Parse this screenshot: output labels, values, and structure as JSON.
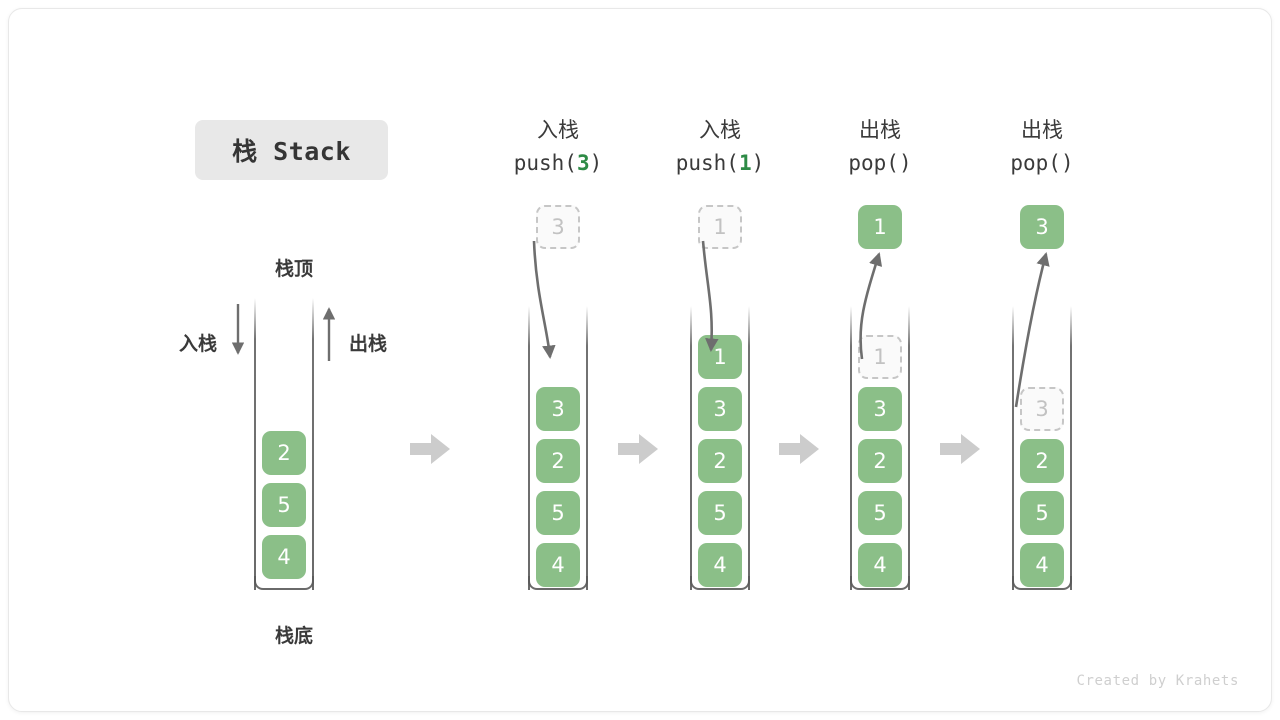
{
  "title_badge": {
    "label": "栈 Stack"
  },
  "footer": {
    "credit": "Created by Krahets"
  },
  "left_panel": {
    "top_label": "栈顶",
    "bottom_label": "栈底",
    "push_label": "入栈",
    "pop_label": "出栈",
    "items": [
      "2",
      "5",
      "4"
    ]
  },
  "colors": {
    "item_green": "#8bbf88",
    "item_text": "#ffffff",
    "ghost_fill": "#fafafa",
    "ghost_border": "#c6c6c6",
    "ghost_text": "#c2c2c2",
    "wall": "#5a5a5a",
    "arrow": "#6e6e6e",
    "chevron": "#cccccc",
    "badge_bg": "#e8e8e8",
    "accent_num": "#2e8b46",
    "text": "#3a3a3a"
  },
  "steps": [
    {
      "zh": "入栈",
      "code_prefix": "push(",
      "code_num": "3",
      "code_suffix": ")",
      "operation": "push",
      "floating_value": "3",
      "floating_style": "ghost",
      "stack_items": [
        {
          "value": "3",
          "style": "filled"
        },
        {
          "value": "2",
          "style": "filled"
        },
        {
          "value": "5",
          "style": "filled"
        },
        {
          "value": "4",
          "style": "filled"
        }
      ]
    },
    {
      "zh": "入栈",
      "code_prefix": "push(",
      "code_num": "1",
      "code_suffix": ")",
      "operation": "push",
      "floating_value": "1",
      "floating_style": "ghost",
      "stack_items": [
        {
          "value": "1",
          "style": "filled"
        },
        {
          "value": "3",
          "style": "filled"
        },
        {
          "value": "2",
          "style": "filled"
        },
        {
          "value": "5",
          "style": "filled"
        },
        {
          "value": "4",
          "style": "filled"
        }
      ]
    },
    {
      "zh": "出栈",
      "code_prefix": "pop(",
      "code_num": "",
      "code_suffix": ")",
      "operation": "pop",
      "floating_value": "1",
      "floating_style": "filled",
      "stack_items": [
        {
          "value": "1",
          "style": "ghost"
        },
        {
          "value": "3",
          "style": "filled"
        },
        {
          "value": "2",
          "style": "filled"
        },
        {
          "value": "5",
          "style": "filled"
        },
        {
          "value": "4",
          "style": "filled"
        }
      ]
    },
    {
      "zh": "出栈",
      "code_prefix": "pop(",
      "code_num": "",
      "code_suffix": ")",
      "operation": "pop",
      "floating_value": "3",
      "floating_style": "filled",
      "stack_items": [
        {
          "value": "3",
          "style": "ghost"
        },
        {
          "value": "2",
          "style": "filled"
        },
        {
          "value": "5",
          "style": "filled"
        },
        {
          "value": "4",
          "style": "filled"
        }
      ]
    }
  ]
}
